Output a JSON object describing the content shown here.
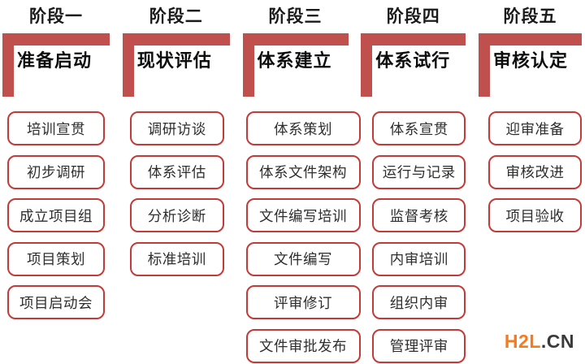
{
  "colors": {
    "bracket_red": "#C0504D",
    "box_border_red": "#C23B38",
    "text_dark": "#1a1a1a",
    "step_text": "#2e2e2e",
    "logo_orange": "#F47B20",
    "logo_dark": "#3a3a3a"
  },
  "watermark": {
    "part1": "H2L",
    "part2": ".CN"
  },
  "phases": [
    {
      "label": "阶段一",
      "title": "准备启动",
      "steps": [
        "培训宣贯",
        "初步调研",
        "成立项目组",
        "项目策划",
        "项目启动会"
      ]
    },
    {
      "label": "阶段二",
      "title": "现状评估",
      "steps": [
        "调研访谈",
        "体系评估",
        "分析诊断",
        "标准培训"
      ]
    },
    {
      "label": "阶段三",
      "title": "体系建立",
      "steps": [
        "体系策划",
        "体系文件架构",
        "文件编写培训",
        "文件编写",
        "评审修订",
        "文件审批发布"
      ]
    },
    {
      "label": "阶段四",
      "title": "体系试行",
      "steps": [
        "体系宣贯",
        "运行与记录",
        "监督考核",
        "内审培训",
        "组织内审",
        "管理评审"
      ]
    },
    {
      "label": "阶段五",
      "title": "审核认定",
      "steps": [
        "迎审准备",
        "审核改进",
        "项目验收"
      ]
    }
  ]
}
